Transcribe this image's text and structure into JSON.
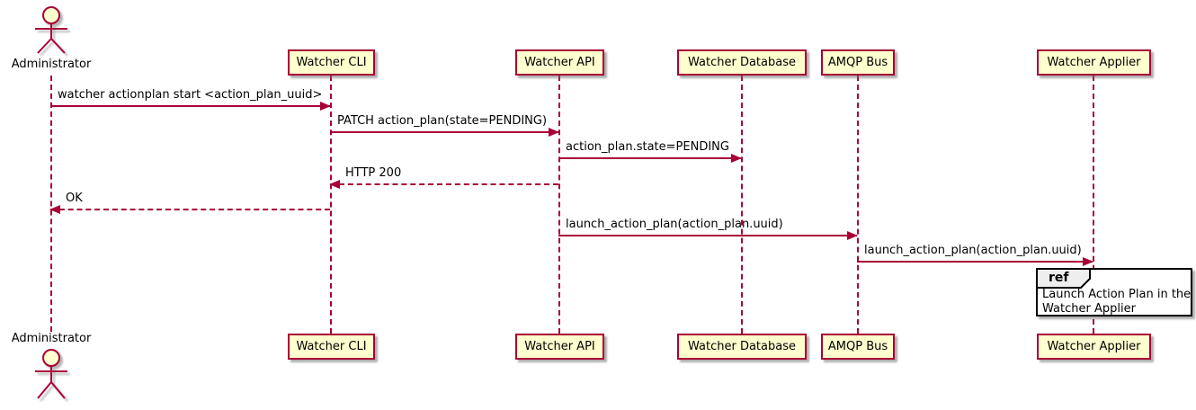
{
  "diagram": {
    "type": "plantuml-sequence",
    "colors": {
      "participant_fill": "#FEFECE",
      "participant_border": "#A80036",
      "line": "#A80036",
      "text": "#000000",
      "ref_border": "#000000",
      "ref_tab_fill": "#EEEEEE",
      "background": "#FFFFFF"
    },
    "actor": {
      "label": "Administrator"
    },
    "participants": [
      {
        "label": "Watcher CLI"
      },
      {
        "label": "Watcher API"
      },
      {
        "label": "Watcher Database"
      },
      {
        "label": "AMQP Bus"
      },
      {
        "label": "Watcher Applier"
      }
    ],
    "messages": [
      {
        "label": "watcher actionplan start <action_plan_uuid>",
        "from": "Administrator",
        "to": "Watcher CLI",
        "style": "solid"
      },
      {
        "label": "PATCH action_plan(state=PENDING)",
        "from": "Watcher CLI",
        "to": "Watcher API",
        "style": "solid"
      },
      {
        "label": "action_plan.state=PENDING",
        "from": "Watcher API",
        "to": "Watcher Database",
        "style": "solid"
      },
      {
        "label": "HTTP 200",
        "from": "Watcher API",
        "to": "Watcher CLI",
        "style": "dashed"
      },
      {
        "label": "OK",
        "from": "Watcher CLI",
        "to": "Administrator",
        "style": "dashed"
      },
      {
        "label": "launch_action_plan(action_plan.uuid)",
        "from": "Watcher API",
        "to": "AMQP Bus",
        "style": "solid"
      },
      {
        "label": "launch_action_plan(action_plan.uuid)",
        "from": "AMQP Bus",
        "to": "Watcher Applier",
        "style": "solid"
      }
    ],
    "ref": {
      "tab": "ref",
      "line1": "Launch Action Plan in the",
      "line2": "Watcher Applier"
    }
  }
}
